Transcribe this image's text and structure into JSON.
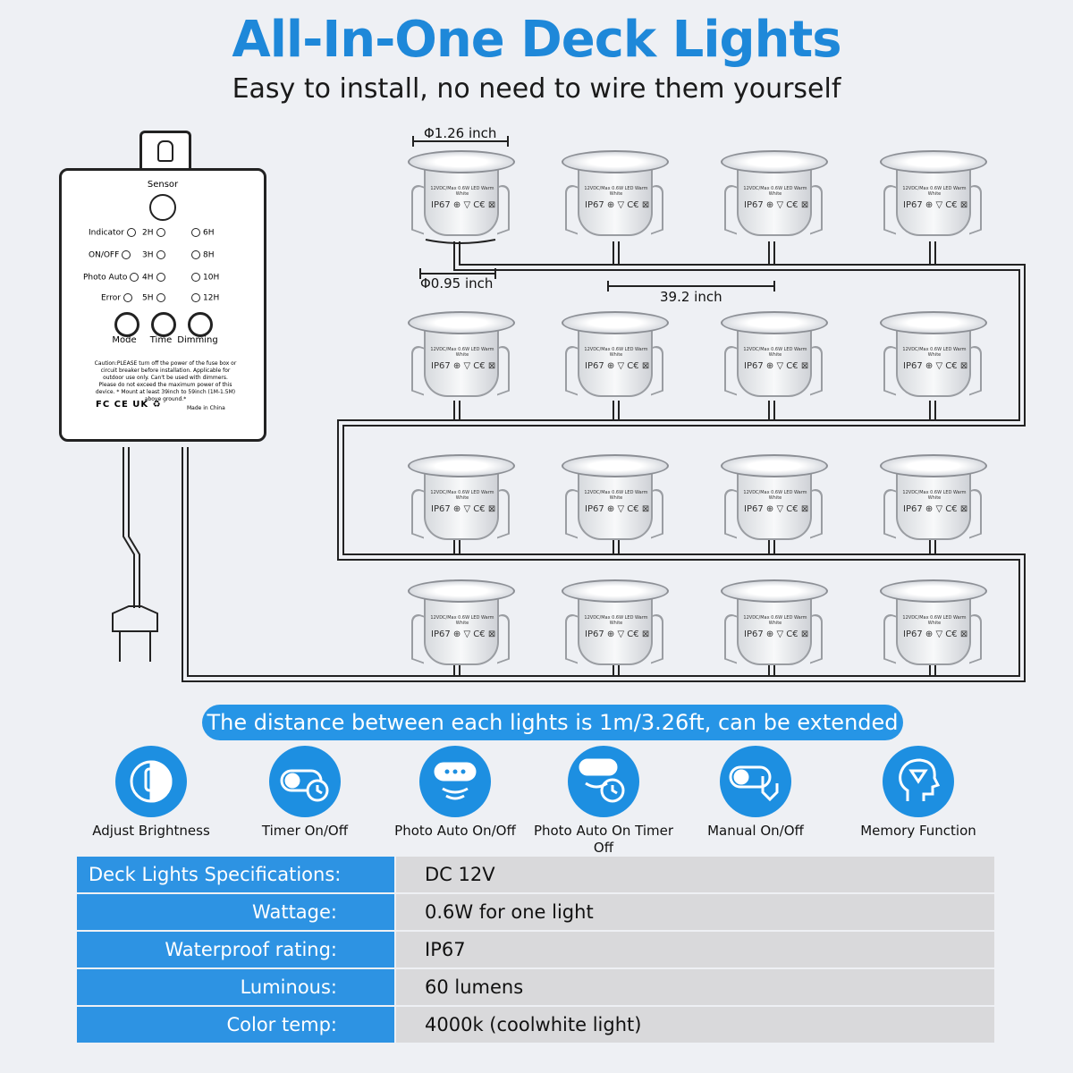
{
  "header": {
    "title": "All-In-One Deck Lights",
    "subtitle": "Easy to install, no need to wire them yourself"
  },
  "controller": {
    "sensor_label": "Sensor",
    "indicators": [
      {
        "left": "Indicator",
        "mid": "2H",
        "right": "6H"
      },
      {
        "left": "ON/OFF",
        "mid": "3H",
        "right": "8H"
      },
      {
        "left": "Photo Auto",
        "mid": "4H",
        "right": "10H"
      },
      {
        "left": "Error",
        "mid": "5H",
        "right": "12H"
      }
    ],
    "buttons": [
      "Mode",
      "Time",
      "Dimming"
    ],
    "caution": "Caution:PLEASE turn off the power of the fuse box or circuit breaker before installation. Applicable for outdoor use only. Can't be used with dimmers. Please do not exceed the maximum power of this device. * Mount at least 39inch to 59inch (1M-1.5M) above ground.*",
    "marks": "FC CE UK ♻",
    "made_in": "Made in China"
  },
  "light": {
    "label": "12VDC/Max 0.6W LED Warm White",
    "ip": "IP67 ⊕ ▽ C€ ⊠"
  },
  "dimensions": {
    "top_diameter": "Φ1.26 inch",
    "bottom_diameter": "Φ0.95 inch",
    "spacing": "39.2 inch"
  },
  "banner": "The distance between each lights is 1m/3.26ft, can be extended",
  "features": [
    {
      "label": "Adjust Brightness",
      "icon": "brightness-icon"
    },
    {
      "label": "Timer On/Off",
      "icon": "timer-toggle-icon"
    },
    {
      "label": "Photo Auto On/Off",
      "icon": "photo-sensor-icon"
    },
    {
      "label": "Photo Auto On Timer Off",
      "icon": "photo-timer-icon"
    },
    {
      "label": "Manual On/Off",
      "icon": "manual-toggle-icon"
    },
    {
      "label": "Memory Function",
      "icon": "memory-head-icon"
    }
  ],
  "specs": [
    {
      "key": "Deck Lights Specifications:",
      "value": "DC 12V"
    },
    {
      "key": "Wattage:",
      "value": "0.6W for one light"
    },
    {
      "key": "Waterproof rating:",
      "value": "IP67"
    },
    {
      "key": "Luminous:",
      "value": "60 lumens"
    },
    {
      "key": "Color temp:",
      "value": "4000k (coolwhite light)"
    }
  ],
  "colors": {
    "accent": "#1e88d9",
    "banner": "#2695e6",
    "table_key": "#2d93e3",
    "table_value": "#d9d9db"
  }
}
